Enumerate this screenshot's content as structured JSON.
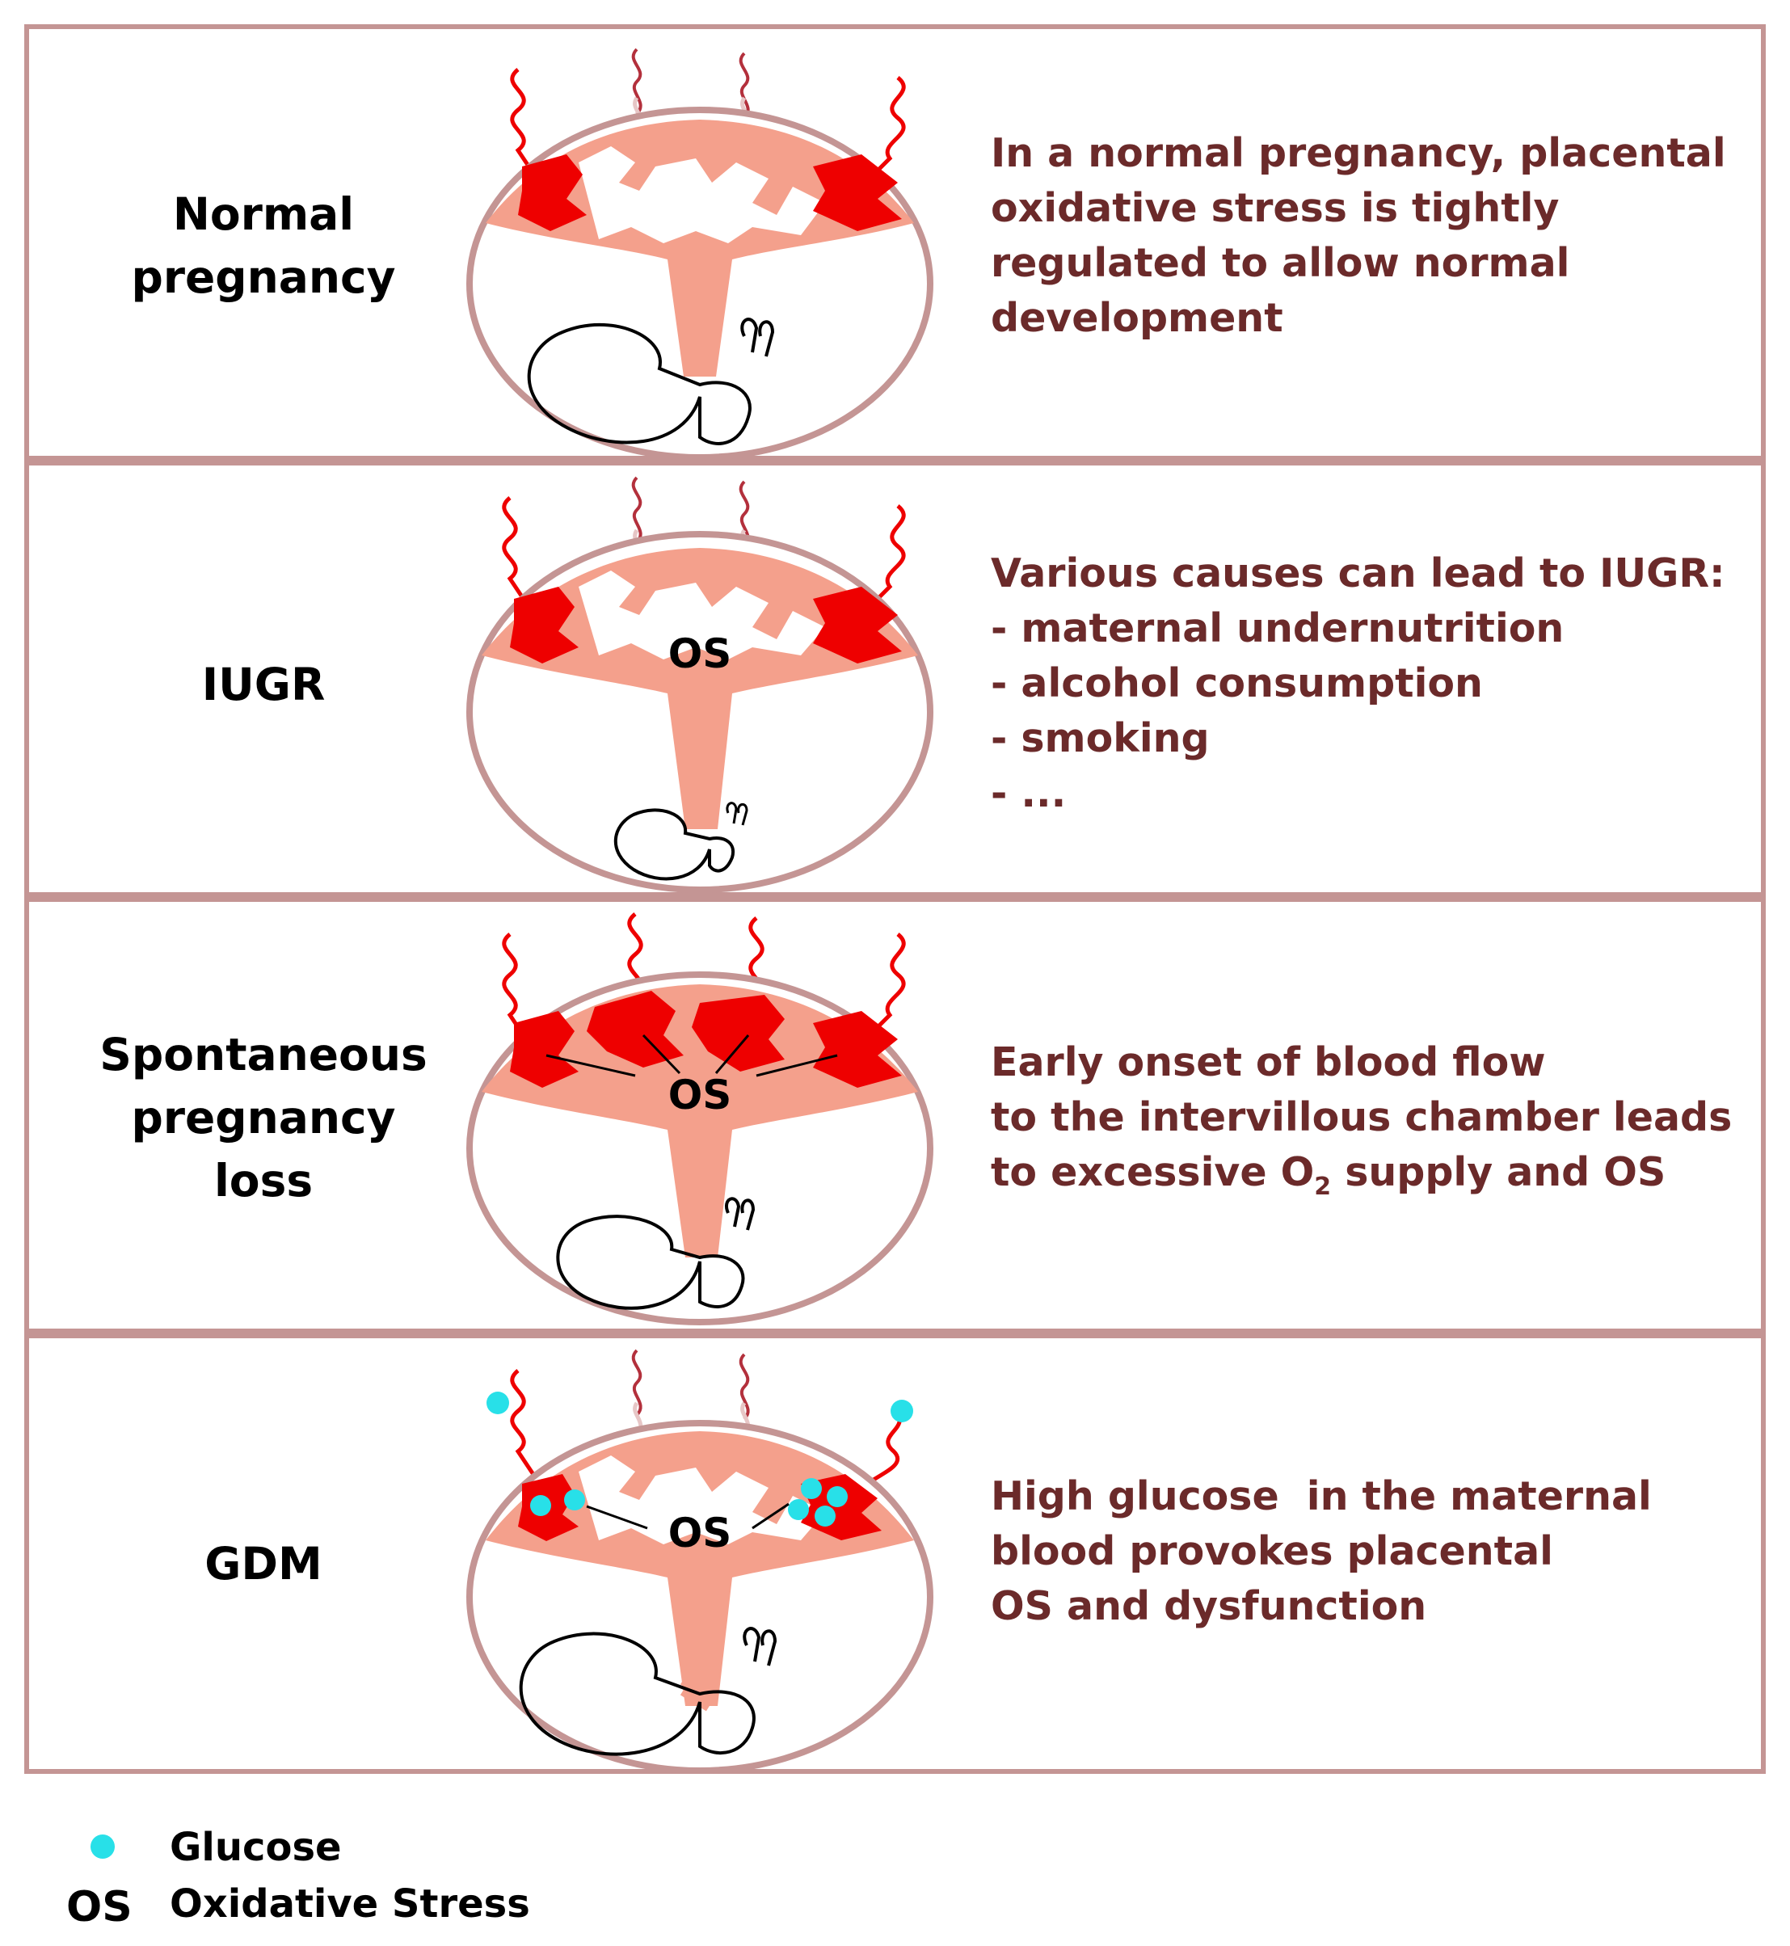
{
  "colors": {
    "border": "#c49594",
    "placenta": "#f4a08c",
    "blood": "#ee0000",
    "text": "#6b2a2a",
    "glucose": "#28e0e8"
  },
  "panels": [
    {
      "label_lines": [
        "Normal",
        "pregnancy"
      ],
      "os_label": "",
      "text_lines": [
        {
          "main": "In a normal pregnancy, placental"
        },
        {
          "main": "oxidative stress is tightly"
        },
        {
          "main": "regulated to allow normal"
        },
        {
          "main": "development"
        }
      ]
    },
    {
      "label_lines": [
        "IUGR"
      ],
      "os_label": "OS",
      "text_lines": [
        {
          "main": "Various causes can lead to IUGR:"
        },
        {
          "main": "- maternal undernutrition"
        },
        {
          "main": "- alcohol consumption"
        },
        {
          "main": "- smoking"
        },
        {
          "main": "- ..."
        }
      ]
    },
    {
      "label_lines": [
        "Spontaneous",
        "pregnancy",
        "loss"
      ],
      "os_label": "OS",
      "text_lines": [
        {
          "main": "Early onset of blood flow"
        },
        {
          "main": "to the intervillous chamber leads"
        },
        {
          "main": "to excessive O",
          "sub": "2",
          "tail": " supply and OS"
        }
      ]
    },
    {
      "label_lines": [
        "GDM"
      ],
      "os_label": "OS",
      "text_lines": [
        {
          "main": "High glucose  in the maternal"
        },
        {
          "main": "blood provokes placental"
        },
        {
          "main": "OS and dysfunction"
        }
      ]
    }
  ],
  "legend": {
    "glucose_label": "Glucose",
    "os_symbol": "OS",
    "os_label": "Oxidative Stress"
  }
}
